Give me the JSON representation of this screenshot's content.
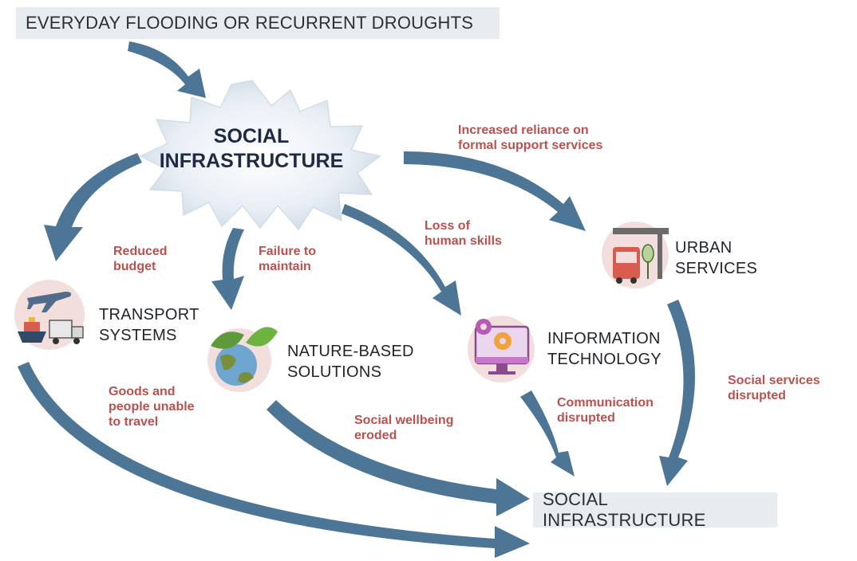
{
  "top_box": "EVERYDAY FLOODING OR RECURRENT DROUGHTS",
  "hub": {
    "line1": "SOCIAL",
    "line2": "INFRASTRUCTURE"
  },
  "bottom_box": "SOCIAL INFRASTRUCTURE",
  "nodes": {
    "transport": {
      "line1": "TRANSPORT",
      "line2": "SYSTEMS",
      "icon": "transport-icon"
    },
    "nature": {
      "line1": "NATURE-BASED",
      "line2": "SOLUTIONS",
      "icon": "globe-leaf-icon"
    },
    "it": {
      "line1": "INFORMATION",
      "line2": "TECHNOLOGY",
      "icon": "computer-gears-icon"
    },
    "urban": {
      "line1": "URBAN",
      "line2": "SERVICES",
      "icon": "bus-stop-icon"
    }
  },
  "effects": {
    "reduced_budget": [
      "Reduced",
      "budget"
    ],
    "failure_maintain": [
      "Failure to",
      "maintain"
    ],
    "loss_skills": [
      "Loss of",
      "human skills"
    ],
    "reliance": [
      "Increased reliance on",
      "formal support services"
    ],
    "goods_people": [
      "Goods and",
      "people unable",
      "to travel"
    ],
    "wellbeing": [
      "Social wellbeing",
      "eroded"
    ],
    "communication": [
      "Communication",
      "disrupted"
    ],
    "services_disrupted": [
      "Social services",
      "disrupted"
    ]
  },
  "colors": {
    "arrow": "#4c7596",
    "effect_text": "#b9514f",
    "icon_circle": "#f3dede",
    "box_bg": "#e9ecef",
    "hub_text": "#1f2a44"
  }
}
